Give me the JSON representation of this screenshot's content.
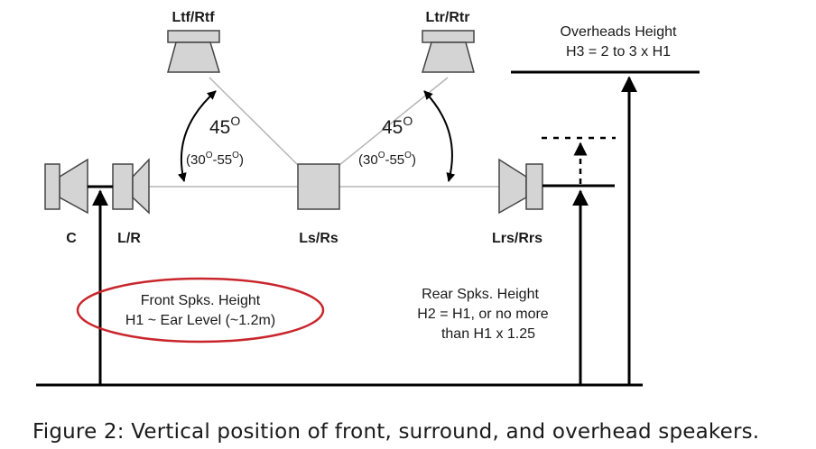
{
  "speakers": {
    "center": "C",
    "left_right": "L/R",
    "side_surround": "Ls/Rs",
    "rear_surround": "Lrs/Rrs",
    "top_front": "Ltf/Rtf",
    "top_rear": "Ltr/Rtr"
  },
  "angles": {
    "front_value": "45",
    "front_unit": "O",
    "front_range_open": "(30",
    "front_range_mid": "-55",
    "front_range_close": ")",
    "rear_value": "45",
    "rear_unit": "O",
    "rear_range_open": "(30",
    "rear_range_mid": "-55",
    "rear_range_close": ")",
    "deg_mark": "O"
  },
  "heights": {
    "front_line1": "Front Spks. Height",
    "front_line2": "H1 ~ Ear Level (~1.2m)",
    "rear_line1": "Rear Spks. Height",
    "rear_line2": "H2 = H1, or no more",
    "rear_line3": "than H1 x 1.25",
    "overhead_line1": "Overheads Height",
    "overhead_line2": "H3 = 2 to 3 x H1"
  },
  "caption": "Figure 2: Vertical position of front, surround, and overhead speakers.",
  "colors": {
    "speaker_fill": "#d4d4d4",
    "speaker_stroke": "#444444",
    "line": "#000000",
    "guide": "#b5b5b5",
    "highlight_ellipse": "#c8262c"
  }
}
